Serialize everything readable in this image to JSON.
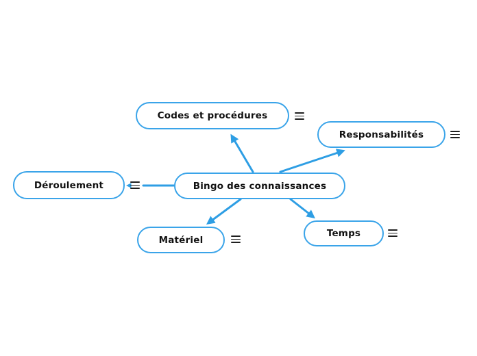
{
  "colors": {
    "connector": "#2e9ee4",
    "node_border": "#3aa4e9",
    "node_fill": "#ffffff",
    "label_text": "#111111",
    "menu_icon": "#1f1f1f",
    "background": "#ffffff"
  },
  "mindmap": {
    "type": "mindmap",
    "root": {
      "id": "root",
      "label": "Bingo des connaissances"
    },
    "children": {
      "codes": {
        "label": "Codes et procédures"
      },
      "responsabilites": {
        "label": "Responsabilités"
      },
      "deroulement": {
        "label": "Déroulement"
      },
      "materiel": {
        "label": "Matériel"
      },
      "temps": {
        "label": "Temps"
      }
    },
    "edges": [
      {
        "from": "root",
        "to": "codes",
        "arrow": "toward-child"
      },
      {
        "from": "root",
        "to": "responsabilites",
        "arrow": "toward-child"
      },
      {
        "from": "root",
        "to": "deroulement",
        "arrow": "toward-child-small"
      },
      {
        "from": "root",
        "to": "materiel",
        "arrow": "toward-child"
      },
      {
        "from": "root",
        "to": "temps",
        "arrow": "toward-child"
      }
    ],
    "node_menu_icon": "hamburger-menu-icon"
  }
}
